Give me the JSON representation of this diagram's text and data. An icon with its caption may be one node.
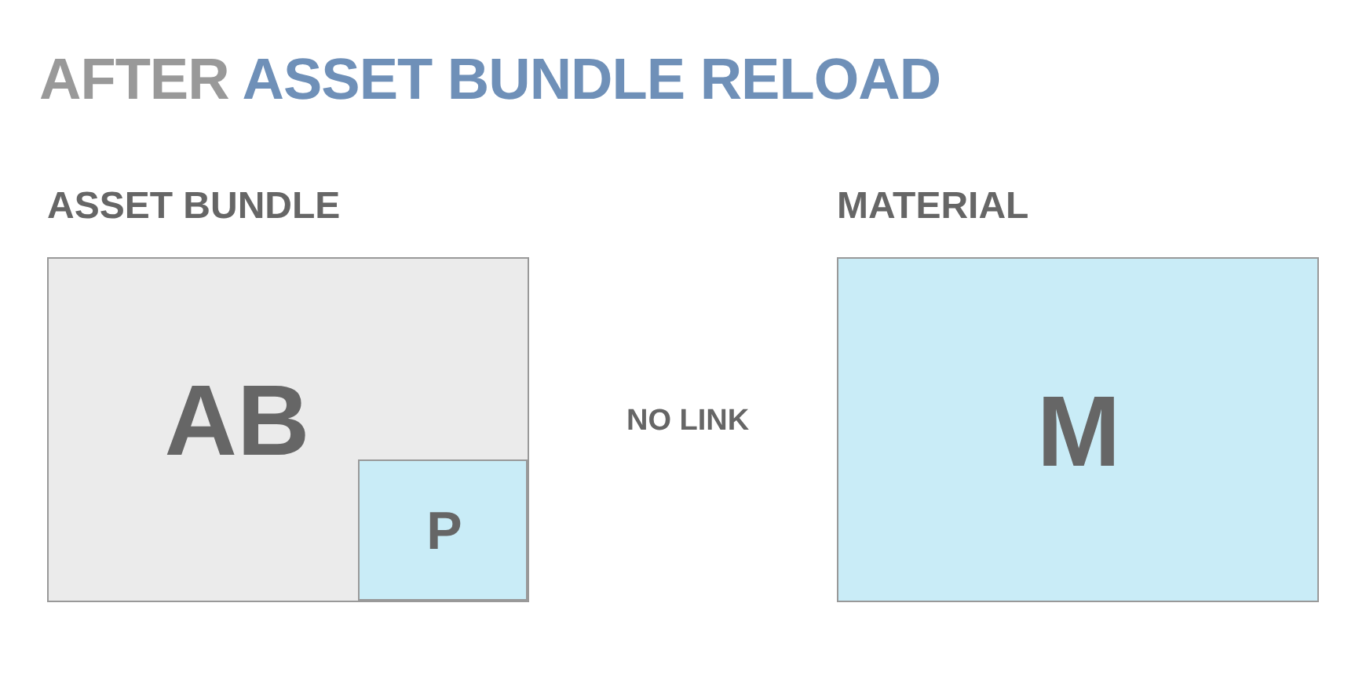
{
  "diagram": {
    "title": "AFTER ASSET BUNDLE RELOAD",
    "nodes": [
      {
        "text": [
          "ASSET BUNDLE",
          "AB"
        ]
      },
      {
        "text": [
          "P"
        ],
        "in": 0
      },
      {
        "text": [
          "MATERIAL",
          "M"
        ]
      }
    ],
    "labels": [
      "NO LINK"
    ]
  }
}
